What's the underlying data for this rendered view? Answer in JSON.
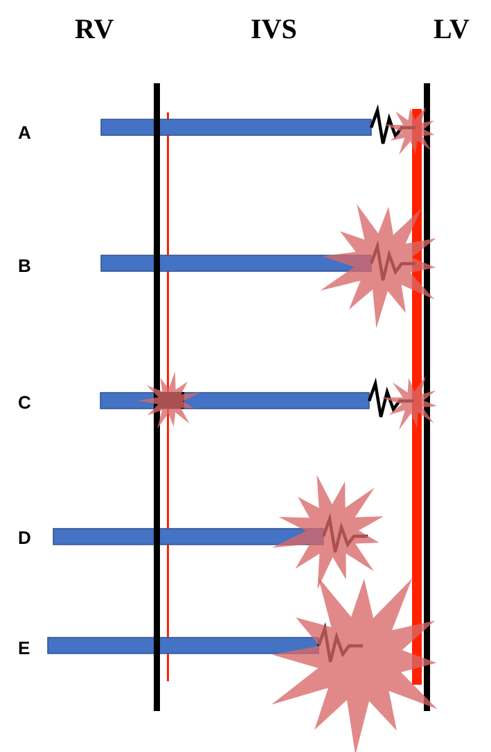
{
  "headers": {
    "rv": "RV",
    "ivs": "IVS",
    "lv": "LV"
  },
  "rows": [
    {
      "label": "A"
    },
    {
      "label": "B"
    },
    {
      "label": "C"
    },
    {
      "label": "D"
    },
    {
      "label": "E"
    }
  ],
  "colors": {
    "blue_bar": "#4472c4",
    "blue_bar_border": "#2f528f",
    "burst": "#d96868",
    "black_line": "#000000",
    "red_line": "#ff2200",
    "black_block": "#000000"
  }
}
